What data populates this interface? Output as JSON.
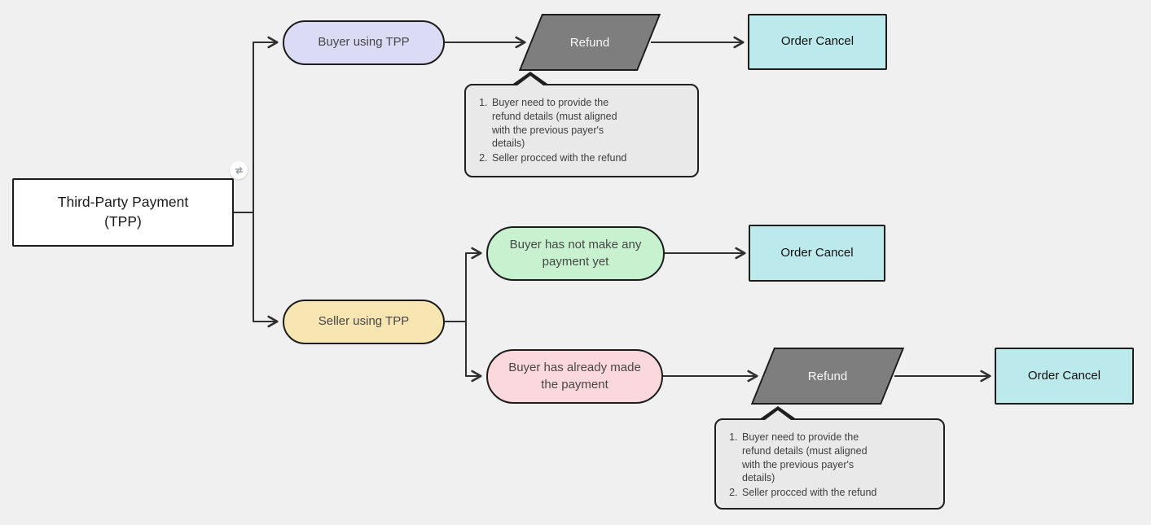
{
  "nodes": {
    "root": {
      "label": "Third-Party Payment (TPP)",
      "fill": "#ffffff",
      "shape": "rectangle"
    },
    "buyer_tpp": {
      "label": "Buyer using TPP",
      "fill": "#dcdbf6",
      "shape": "pill"
    },
    "refund_top": {
      "label": "Refund",
      "fill": "#7e7e7e",
      "shape": "parallelogram"
    },
    "order_cancel_top": {
      "label": "Order Cancel",
      "fill": "#bce9eb",
      "shape": "rectangle"
    },
    "seller_tpp": {
      "label": "Seller using TPP",
      "fill": "#f7e5b2",
      "shape": "pill"
    },
    "no_payment_yet": {
      "label": "Buyer has not make any payment yet",
      "fill": "#c8f2cf",
      "shape": "pill"
    },
    "order_cancel_mid": {
      "label": "Order Cancel",
      "fill": "#bce9eb",
      "shape": "rectangle"
    },
    "already_paid": {
      "label": "Buyer has already made the payment",
      "fill": "#fbd8de",
      "shape": "pill"
    },
    "refund_bottom": {
      "label": "Refund",
      "fill": "#7e7e7e",
      "shape": "parallelogram"
    },
    "order_cancel_bottom": {
      "label": "Order Cancel",
      "fill": "#bce9eb",
      "shape": "rectangle"
    }
  },
  "notes": {
    "top": {
      "items": [
        "Buyer need to provide the\nrefund details (must aligned\nwith the previous payer's\ndetails)",
        "Seller procced with the refund"
      ]
    },
    "bottom": {
      "items": [
        "Buyer need to provide the\nrefund details (must aligned\nwith the previous payer's\ndetails)",
        "Seller procced with the refund"
      ]
    }
  },
  "icons": {
    "root_badge": "swap-icon"
  },
  "colors": {
    "canvas_background": "#f0f0f1",
    "node_border": "#1c1c1c",
    "connector": "#2f2f2f",
    "lavender": "#dcdbf6",
    "tan": "#f7e5b2",
    "green": "#c8f2cf",
    "pink": "#fbd8de",
    "cyan": "#bce9eb",
    "gray_shape": "#7e7e7e",
    "note_background": "#e9e9e9",
    "refund_text": "#f7f7f7"
  }
}
